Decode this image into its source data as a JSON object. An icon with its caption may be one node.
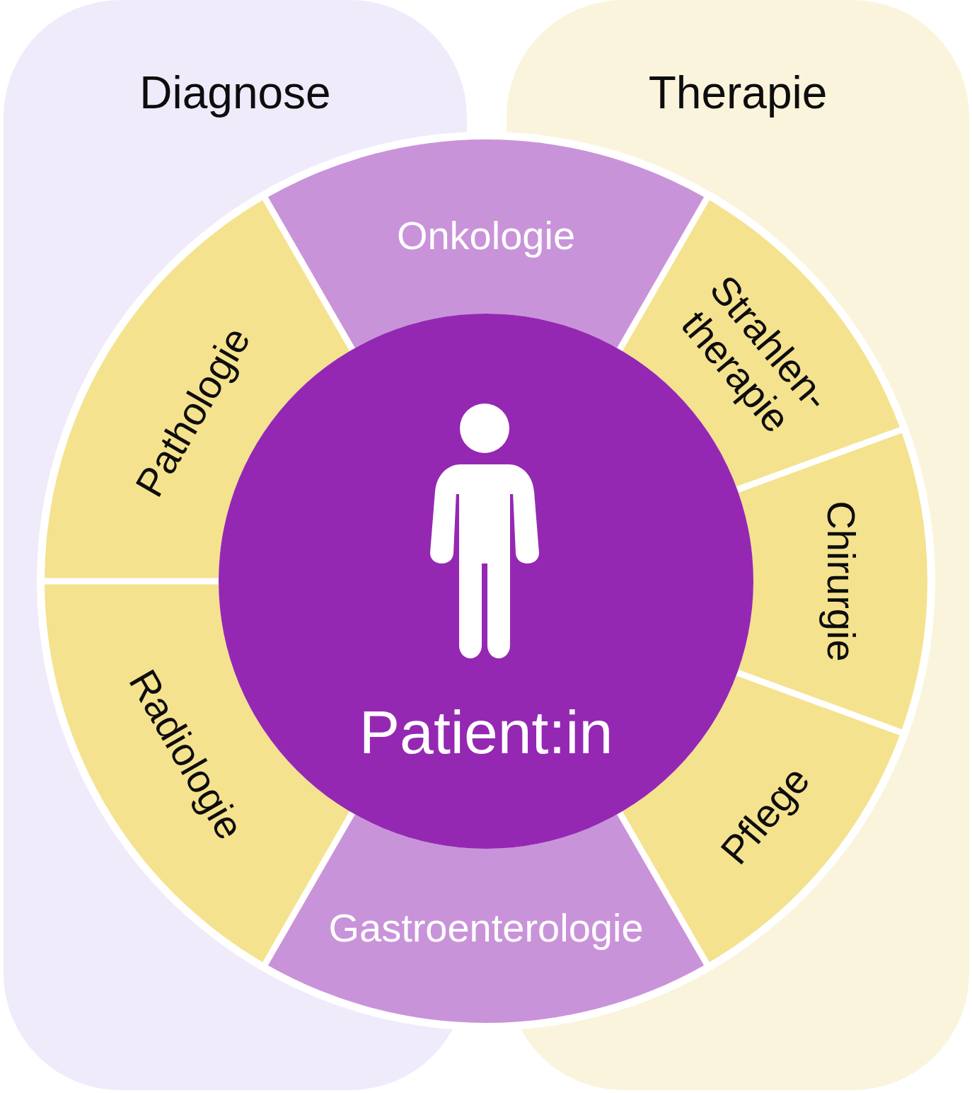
{
  "diagram": {
    "nodes": [
      {
        "text": [
          "Diagnose"
        ]
      },
      {
        "text": [
          "Therapie"
        ]
      },
      {
        "text": [
          "Onkologie"
        ]
      },
      {
        "text": [
          "Pathologie"
        ],
        "in": 0
      },
      {
        "text": [
          "Strahlen- therapie"
        ],
        "in": 1
      },
      {
        "text": [
          "Chirurgie"
        ],
        "in": 1
      },
      {
        "text": [
          "Patient:in"
        ]
      },
      {
        "text": [
          "Radiologie"
        ],
        "in": 0
      },
      {
        "text": [
          "Pflege"
        ],
        "in": 1
      },
      {
        "text": [
          "Gastroenterologie"
        ]
      }
    ]
  }
}
